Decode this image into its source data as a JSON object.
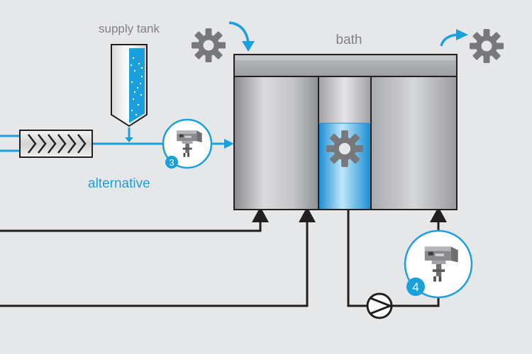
{
  "labels": {
    "supply_tank": "supply tank",
    "bath": "bath",
    "alternative": "alternative"
  },
  "sensors": [
    {
      "number": "3"
    },
    {
      "number": "4"
    }
  ],
  "icons": {
    "gear": "gear-icon",
    "curved_arrow": "curved-arrow-icon",
    "pump": "pump-icon",
    "screw_conveyor": "screw-conveyor-icon",
    "sensor_device": "sensor-device-icon"
  },
  "colors": {
    "background": "#e6e7e8",
    "accent_blue": "#1aa0dc",
    "line_black": "#231f20",
    "gear_gray": "#77787b",
    "label_gray": "#808285",
    "liquid_blue": "#29abe2"
  }
}
